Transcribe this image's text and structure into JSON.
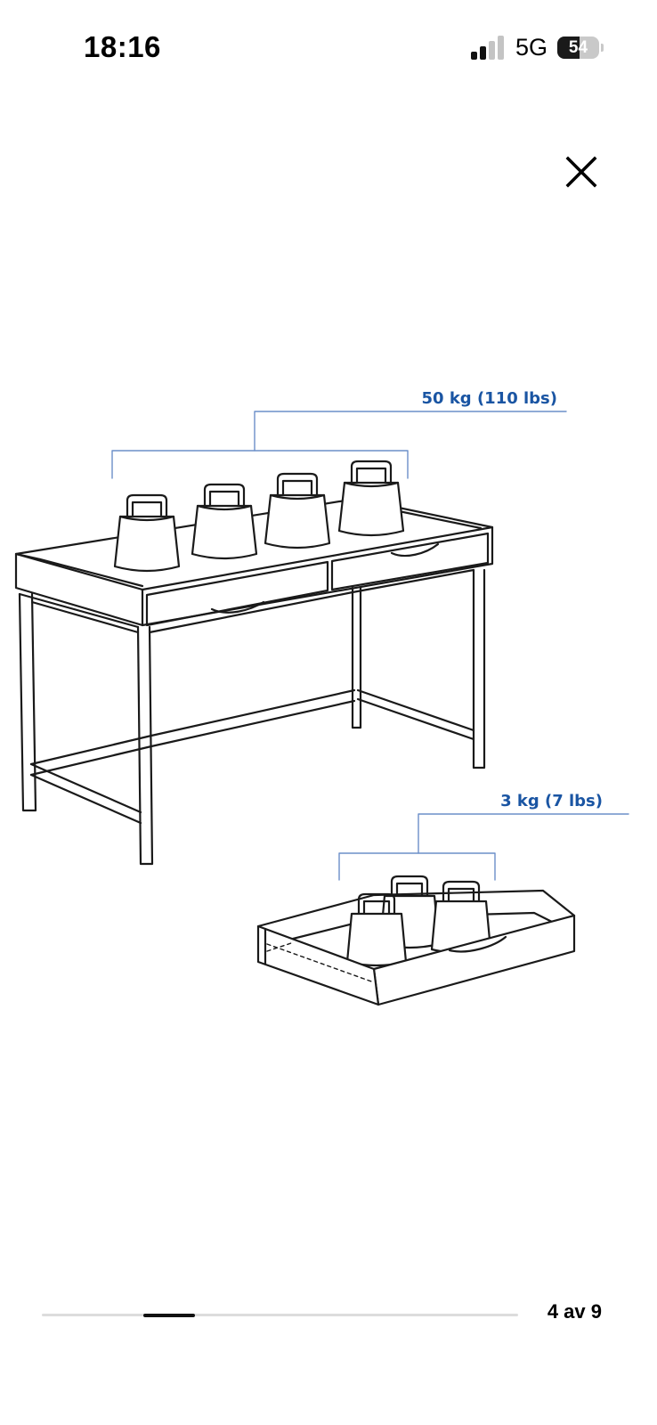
{
  "status_bar": {
    "time": "18:16",
    "network": "5G",
    "battery_level": "54",
    "battery_fraction": 0.54,
    "signal_bars_active": 2,
    "signal_bars_total": 4
  },
  "viewer": {
    "close_icon": "close-icon"
  },
  "illustration": {
    "desktop_load_label": "50 kg (110 lbs)",
    "drawer_load_label": "3 kg (7 lbs)",
    "label_color": "#1a55a3",
    "bracket_color": "#6b8fc9"
  },
  "pager": {
    "current": 4,
    "total": 9,
    "counter_text": "4 av 9"
  }
}
